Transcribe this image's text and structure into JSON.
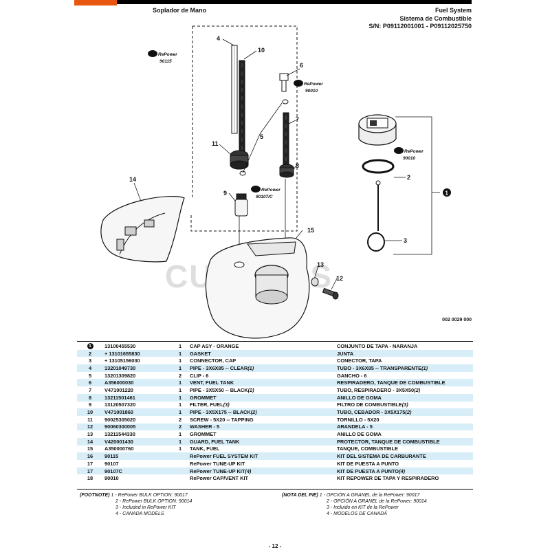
{
  "header": {
    "left_title": "Soplador de Mano",
    "right_line1": "Fuel System",
    "right_line2": "Sistema de Combustible",
    "right_line3": "S/N: P09112001001 - P09112025750"
  },
  "diagram": {
    "callouts": [
      "1",
      "2",
      "3",
      "4",
      "5",
      "6",
      "7",
      "8",
      "9",
      "10",
      "11",
      "12",
      "13",
      "14",
      "15"
    ],
    "repower_labels": [
      "90115",
      "90010",
      "90107/C",
      "90010"
    ],
    "repower_badge": "RePower",
    "watermark": "CUTTER'S",
    "ref_code": "002 0029 000"
  },
  "parts": {
    "rows": [
      {
        "ref": "1",
        "pn": "13100455530",
        "qty": "1",
        "en": "CAP ASY - ORANGE",
        "es": "CONJUNTO DE TAPA - NARANJA",
        "circled": true
      },
      {
        "ref": "2",
        "pn": "+ 13101655830",
        "qty": "1",
        "en": "GASKET",
        "es": "JUNTA"
      },
      {
        "ref": "3",
        "pn": "+ 13105156030",
        "qty": "1",
        "en": "CONNECTOR, CAP",
        "es": "CONECTOR, TAPA"
      },
      {
        "ref": "4",
        "pn": "13201049730",
        "qty": "1",
        "en": "PIPE - 3X6X85 -- CLEAR",
        "en_note": "(1)",
        "es": "TUBO - 3X6X85 -- TRANSPARENTE",
        "es_note": "(1)"
      },
      {
        "ref": "5",
        "pn": "13201309820",
        "qty": "2",
        "en": "CLIP - 6",
        "es": "GANCHO - 6"
      },
      {
        "ref": "6",
        "pn": "A356000030",
        "qty": "1",
        "en": "VENT, FUEL TANK",
        "es": "RESPIRADERO, TANQUE DE COMBUSTIBLE"
      },
      {
        "ref": "7",
        "pn": "V471001220",
        "qty": "1",
        "en": "PIPE - 3X5X50 -- BLACK",
        "en_note": "(2)",
        "es": "TUBO, RESPIRADERO - 3X5X50",
        "es_note": "(2)"
      },
      {
        "ref": "8",
        "pn": "13211501461",
        "qty": "1",
        "en": "GROMMET",
        "es": "ANILLO DE GOMA"
      },
      {
        "ref": "9",
        "pn": "13120507320",
        "qty": "1",
        "en": "FILTER, FUEL",
        "en_note": "(3)",
        "es": "FILTRO DE COMBUSTIBLE",
        "es_note": "(3)"
      },
      {
        "ref": "10",
        "pn": "V471001860",
        "qty": "1",
        "en": "PIPE - 3X5X175 -- BLACK",
        "en_note": "(2)",
        "es": "TUBO, CEBADOR - 3X5X175",
        "es_note": "(2)"
      },
      {
        "ref": "11",
        "pn": "90025305020",
        "qty": "2",
        "en": "SCREW - 5X20 -- TAPPING",
        "es": "TORNILLO - 5X20"
      },
      {
        "ref": "12",
        "pn": "90060300005",
        "qty": "2",
        "en": "WASHER - 5",
        "es": "ARANDELA - 5"
      },
      {
        "ref": "13",
        "pn": "13211544330",
        "qty": "1",
        "en": "GROMMET",
        "es": "ANILLO DE GOMA"
      },
      {
        "ref": "14",
        "pn": "V420001430",
        "qty": "1",
        "en": "GUARD, FUEL TANK",
        "es": "PROTECTOR, TANQUE DE COMBUSTIBLE"
      },
      {
        "ref": "15",
        "pn": "A350000760",
        "qty": "1",
        "en": "TANK, FUEL",
        "es": "TANQUE, COMBUSTIBLE"
      },
      {
        "ref": "16",
        "pn": "90115",
        "qty": "",
        "en": "RePower FUEL SYSTEM KIT",
        "es": "KIT DEL SISTEMA DE CARBURANTE"
      },
      {
        "ref": "17",
        "pn": "90107",
        "qty": "",
        "en": "RePower TUNE-UP KIT",
        "es": "KIT DE PUESTA A PUNTO"
      },
      {
        "ref": "17",
        "pn": "90107C",
        "qty": "",
        "en": "RePower TUNE-UP KIT",
        "en_note": "(4)",
        "es": "KIT DE PUESTA A PUNTO",
        "es_note": "(4)"
      },
      {
        "ref": "18",
        "pn": "90010",
        "qty": "",
        "en": "RePower CAP/VENT KIT",
        "es": "KIT REPOWER DE TAPA Y RESPIRADERO"
      }
    ]
  },
  "footnote": {
    "en_label": "(FOOTNOTE)",
    "es_label": "(NOTA DEL PIE)",
    "en": [
      {
        "n": "1",
        "t": "- RePower BULK OPTION: 90017"
      },
      {
        "n": "2",
        "t": "- RePower BULK OPTION: 90014"
      },
      {
        "n": "3",
        "t": "- Included in RePower KIT"
      },
      {
        "n": "4",
        "t": "- CANADA MODELS"
      }
    ],
    "es": [
      {
        "n": "1",
        "t": "- OPCIÓN A GRANEL de la RePower: 90017"
      },
      {
        "n": "2",
        "t": "- OPCIÓN A GRANEL de la RePower: 90014"
      },
      {
        "n": "3",
        "t": "- Incluido en KIT de la RePower"
      },
      {
        "n": "4",
        "t": "- MODELOS DE CANADÁ"
      }
    ]
  },
  "page_number": "- 12 -",
  "colors": {
    "brand": "#e8560f",
    "row_shade": "#d7edf7"
  }
}
